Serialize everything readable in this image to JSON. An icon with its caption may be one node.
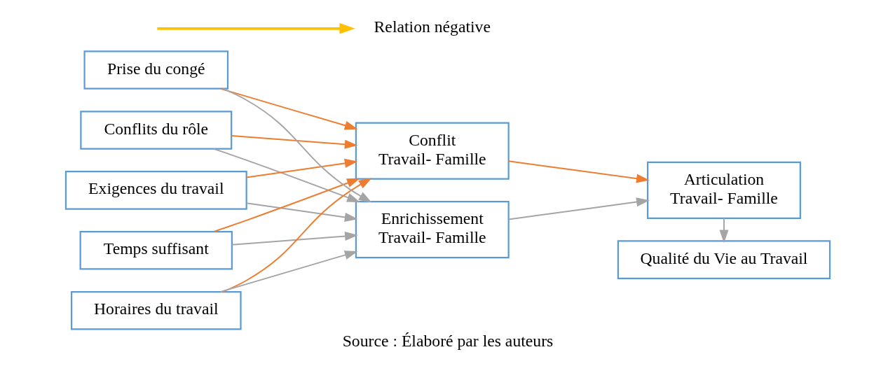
{
  "diagram": {
    "caption": "Source : Élaboré par les auteurs",
    "nodes": [
      {
        "text": [
          "Conflits du rôle"
        ]
      },
      {
        "text": [
          "Exigences du travail"
        ]
      },
      {
        "text": [
          "Temps suffisant"
        ]
      },
      {
        "text": [
          "Horaires du travail"
        ]
      },
      {
        "text": [
          "Prise du congé"
        ]
      },
      {
        "text": [
          "Conflit",
          "Travail- Famille"
        ]
      },
      {
        "text": [
          "Enrichissement",
          "Travail- Famille"
        ]
      },
      {
        "text": [
          "Articulation",
          "Travail- Famille"
        ]
      },
      {
        "text": [
          "Qualité du Vie au Travail"
        ]
      }
    ],
    "edges": [
      {
        "from": 0,
        "to": 5,
        "arrow": "to",
        "color": "#ed7d31"
      },
      {
        "from": 0,
        "to": 6,
        "arrow": "to"
      },
      {
        "from": 1,
        "to": 5,
        "arrow": "to",
        "color": "#ed7d31"
      },
      {
        "from": 1,
        "to": 6,
        "arrow": "to"
      },
      {
        "from": 2,
        "to": 5,
        "arrow": "to",
        "color": "#ed7d31"
      },
      {
        "from": 2,
        "to": 6,
        "arrow": "to"
      },
      {
        "from": 3,
        "to": 5,
        "arrow": "to",
        "color": "#ed7d31"
      },
      {
        "from": 3,
        "to": 6,
        "arrow": "to"
      },
      {
        "from": 4,
        "to": 5,
        "arrow": "to",
        "color": "#ed7d31"
      },
      {
        "from": 4,
        "to": 6,
        "arrow": "to"
      },
      {
        "from": 5,
        "to": 7,
        "arrow": "to",
        "color": "#ed7d31"
      },
      {
        "from": 6,
        "to": 7,
        "arrow": "to"
      },
      {
        "from": 7,
        "to": 8,
        "arrow": "to"
      }
    ],
    "legend": [
      {
        "text": "Relation négative"
      }
    ]
  }
}
